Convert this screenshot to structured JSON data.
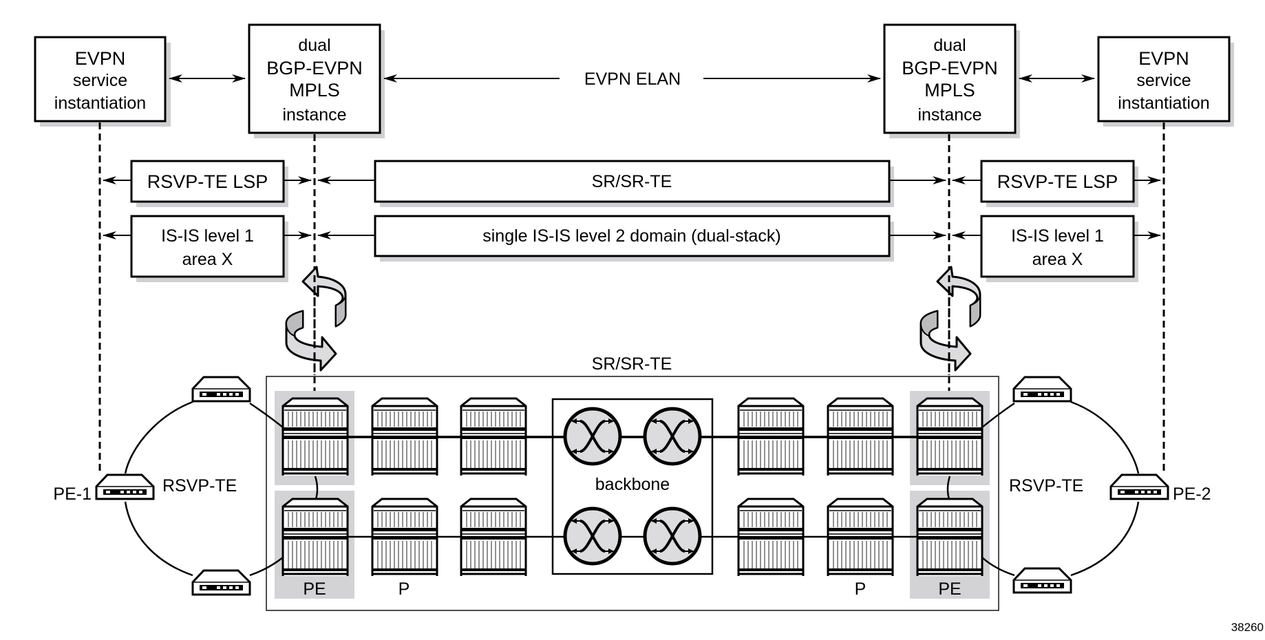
{
  "figure_id": "38260",
  "top_row": {
    "left_service": {
      "lines": [
        "EVPN",
        "service",
        "instantiation"
      ]
    },
    "left_instance": {
      "lines": [
        "dual",
        "BGP-EVPN",
        "MPLS",
        "instance"
      ]
    },
    "elan_label": "EVPN ELAN",
    "right_instance": {
      "lines": [
        "dual",
        "BGP-EVPN",
        "MPLS",
        "instance"
      ]
    },
    "right_service": {
      "lines": [
        "EVPN",
        "service",
        "instantiation"
      ]
    }
  },
  "transport_row": {
    "left": "RSVP-TE LSP",
    "center": "SR/SR-TE",
    "right": "RSVP-TE LSP"
  },
  "igp_row": {
    "left": [
      "IS-IS level 1",
      "area X"
    ],
    "center": "single IS-IS level 2 domain (dual-stack)",
    "right": [
      "IS-IS level 1",
      "area X"
    ]
  },
  "network": {
    "domain_label": "SR/SR-TE",
    "backbone_label": "backbone",
    "left_ring_label": "RSVP-TE",
    "right_ring_label": "RSVP-TE",
    "left_pe_device": "PE-1",
    "right_pe_device": "PE-2",
    "role_labels": {
      "pe_left": "PE",
      "p_left": "P",
      "p_right": "P",
      "pe_right": "PE"
    }
  },
  "icons": {
    "chassis": "router-chassis-icon",
    "backbone_router": "backbone-switch-icon",
    "cpe": "access-device-icon",
    "redundancy": "rotate-arrows-icon"
  },
  "colors": {
    "stroke": "#000000",
    "highlight": "#d3d3d5",
    "shadow": "#d0d0d2",
    "backbone_fill": "#dcdcde"
  }
}
